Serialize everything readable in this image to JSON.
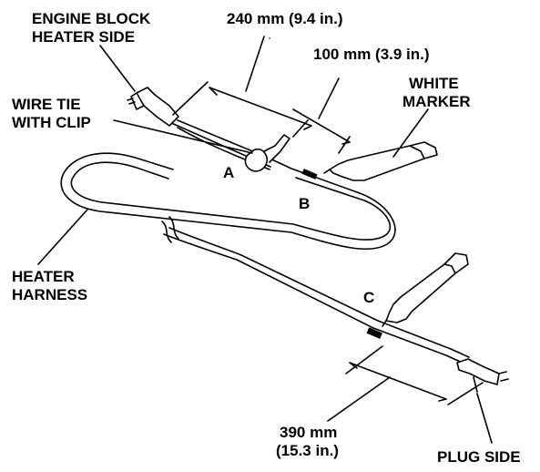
{
  "labels": {
    "engine_block_line1": "ENGINE BLOCK",
    "engine_block_line2": "HEATER SIDE",
    "wire_tie_line1": "WIRE TIE",
    "wire_tie_line2": "WITH CLIP",
    "white_marker_line1": "WHITE",
    "white_marker_line2": "MARKER",
    "heater_harness_line1": "HEATER",
    "heater_harness_line2": "HARNESS",
    "plug_side": "PLUG SIDE",
    "point_a": "A",
    "point_b": "B",
    "point_c": "C"
  },
  "dimensions": {
    "dim_240": "240 mm (9.4 in.)",
    "dim_100": "100 mm (3.9 in.)",
    "dim_390_line1": "390 mm",
    "dim_390_line2": "(15.3 in.)"
  }
}
